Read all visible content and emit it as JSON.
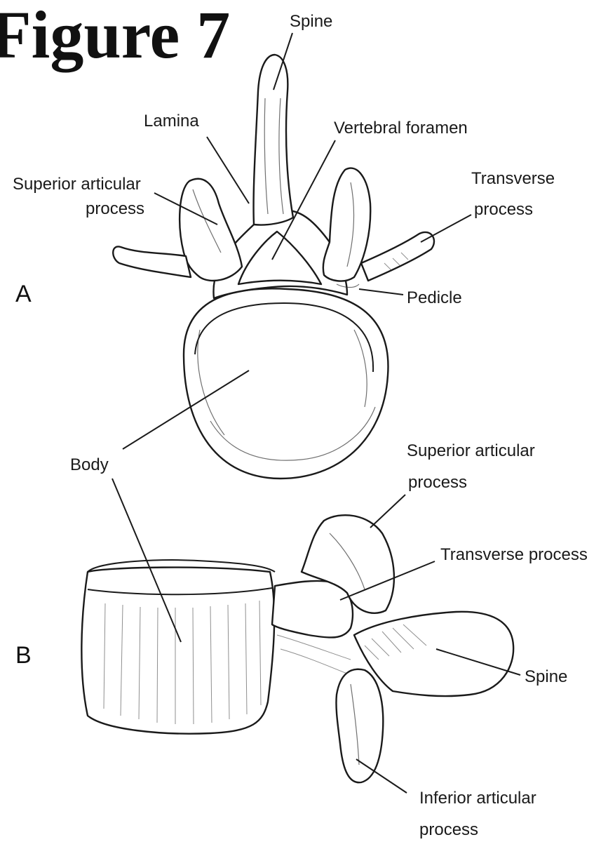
{
  "figure_title": "Figure 7",
  "panels": {
    "a": "A",
    "b": "B"
  },
  "labels": {
    "a_spine": "Spine",
    "a_lamina": "Lamina",
    "a_vertebral_foramen": "Vertebral foramen",
    "a_superior_articular_line1": "Superior articular",
    "a_superior_articular_line2": "process",
    "a_transverse_line1": "Transverse",
    "a_transverse_line2": "process",
    "a_pedicle": "Pedicle",
    "body": "Body",
    "b_superior_articular_line1": "Superior articular",
    "b_superior_articular_line2": "process",
    "b_transverse_process": "Transverse process",
    "b_spine": "Spine",
    "b_inferior_articular_line1": "Inferior articular",
    "b_inferior_articular_line2": "process"
  }
}
